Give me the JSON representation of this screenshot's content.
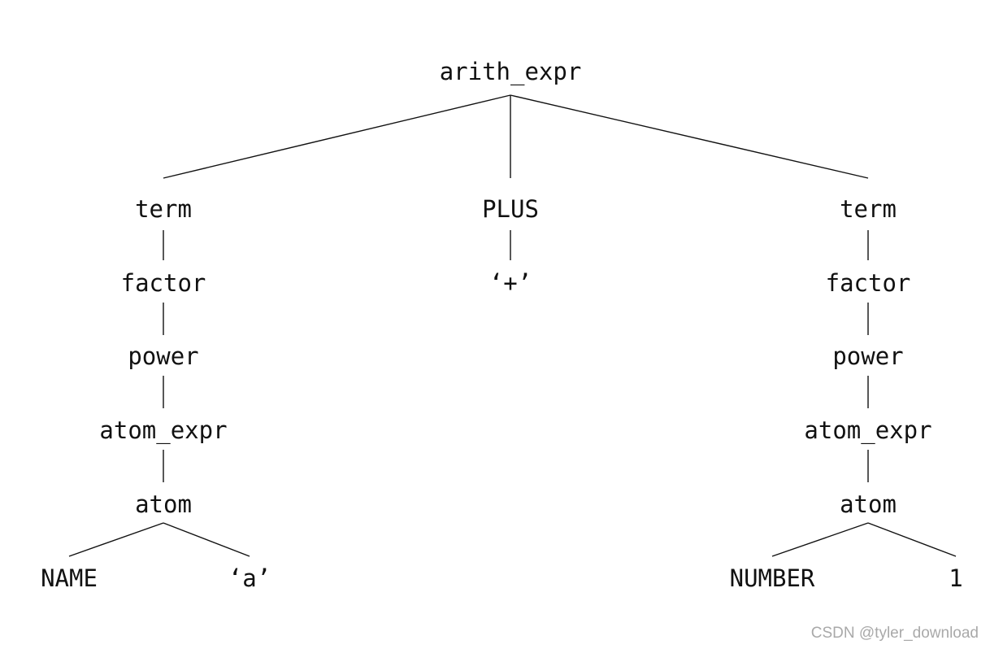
{
  "tree": {
    "root": "arith_expr",
    "left_branch": [
      "term",
      "factor",
      "power",
      "atom_expr",
      "atom"
    ],
    "left_leaves": [
      "NAME",
      "‘a’"
    ],
    "middle_branch": [
      "PLUS",
      "‘+’"
    ],
    "right_branch": [
      "term",
      "factor",
      "power",
      "atom_expr",
      "atom"
    ],
    "right_leaves": [
      "NUMBER",
      "1"
    ]
  },
  "watermark": "CSDN @tyler_download"
}
